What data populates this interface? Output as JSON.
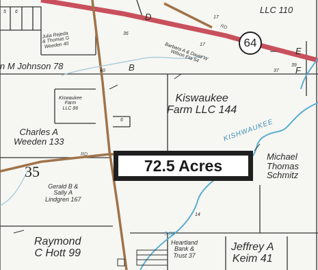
{
  "acreage_label": "72.5 Acres",
  "highway_number": "64",
  "section_numbers": {
    "main": "35"
  },
  "river_name": "KISHWAUKEE",
  "road_labels": {
    "top": "RD",
    "west": "RD",
    "south": "S.BR"
  },
  "small_numbers": [
    "36",
    "37",
    "39",
    "17",
    "40",
    "17",
    "14",
    "6",
    "5",
    "6"
  ],
  "owners": {
    "top_right": "LLC 110",
    "julia": [
      "Julia Rejeda",
      "& Thomas G",
      "Weeden 40"
    ],
    "barbara": [
      "Barbara A & David W",
      "Wilson Eta 54"
    ],
    "johnson": "n M Johnson 78",
    "kiswaukee_small": [
      "Kiswaukee",
      "Farm",
      "LLC 86"
    ],
    "kiswaukee_big": [
      "Kiswaukee",
      "Farm LLC 144"
    ],
    "charles": [
      "Charles A",
      "Weeden 133"
    ],
    "michael": [
      "Michael",
      "Thomas",
      "Schmitz"
    ],
    "gerald": [
      "Gerald B &",
      "Sally A",
      "Lindgren 167"
    ],
    "raymond": [
      "Raymond",
      "C Hott 99"
    ],
    "heartland": [
      "Heartland",
      "Bank &",
      "Trust 37"
    ],
    "jeffrey": [
      "Jeffrey A",
      "Keim 41"
    ]
  },
  "letters": [
    "D",
    "B",
    "E",
    "F"
  ],
  "colors": {
    "highway": "#c8505c",
    "local_road": "#a0734a",
    "river": "#5aaed0",
    "parcel_line": "#333333",
    "label_box_border": "#1f1f1f"
  }
}
